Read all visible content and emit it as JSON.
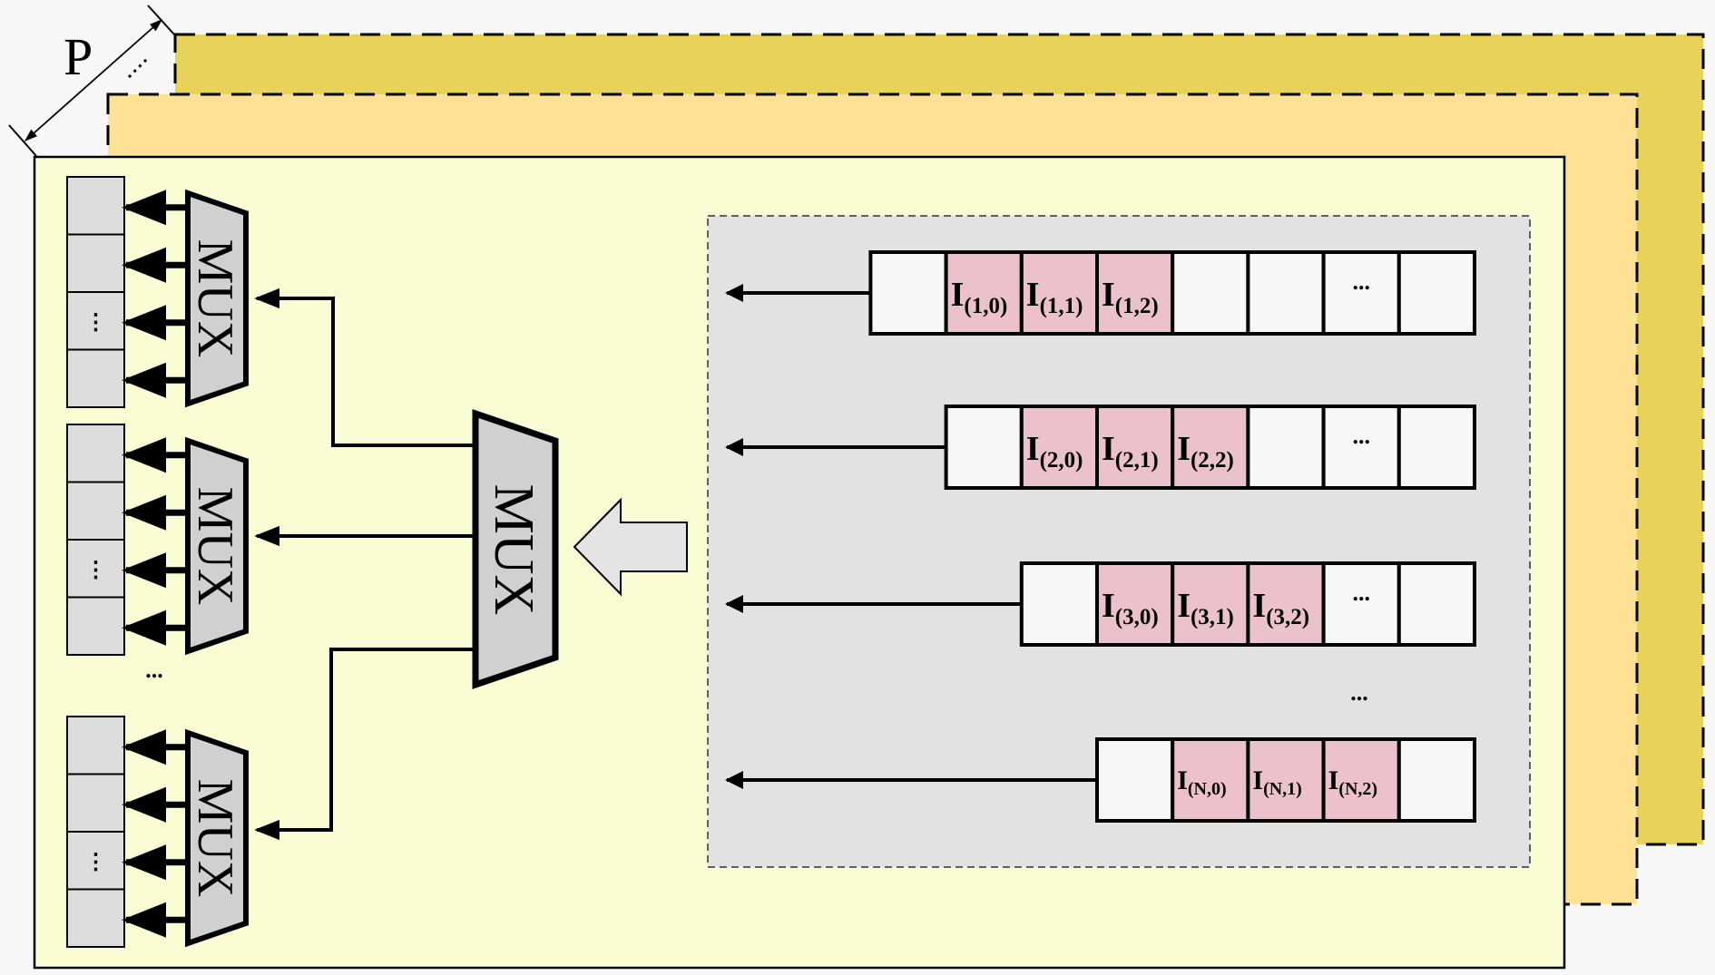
{
  "colors": {
    "page_bg": "#f7f7f7",
    "layer_back": "#E8D35A",
    "layer_middle": "#FFE196",
    "layer_front": "#FAFDD3",
    "panel_gray": "#E2E2E2",
    "cell_white": "#F7F7F7",
    "cell_pink": "#EBC1CE",
    "register_gray": "#DDDDDD",
    "mux_fill": "#D0D0D0",
    "hollow_arrow_fill": "#E4E4E4",
    "stroke": "#000000"
  },
  "depth_label": "P",
  "depth_ellipsis": "...",
  "layers": [
    {
      "name": "back-layer",
      "style": "dashed"
    },
    {
      "name": "middle-layer",
      "style": "dashed"
    },
    {
      "name": "front-layer",
      "style": "solid"
    }
  ],
  "big_mux": {
    "label": "MUX"
  },
  "small_mux_groups": [
    {
      "mux_label": "MUX",
      "registers": [
        "",
        "",
        "⋮",
        ""
      ]
    },
    {
      "mux_label": "MUX",
      "registers": [
        "",
        "",
        "⋮",
        ""
      ]
    },
    {
      "mux_label": "MUX",
      "registers": [
        "",
        "",
        "⋮",
        ""
      ]
    }
  ],
  "groups_ellipsis": "...",
  "buffer_rows": [
    {
      "cells": [
        "",
        "I(1,0)",
        "I(1,1)",
        "I(1,2)",
        "",
        "",
        "...",
        ""
      ],
      "highlight": [
        1,
        2,
        3
      ]
    },
    {
      "cells": [
        "",
        "I(2,0)",
        "I(2,1)",
        "I(2,2)",
        "",
        "...",
        ""
      ],
      "highlight": [
        1,
        2,
        3
      ]
    },
    {
      "cells": [
        "",
        "I(3,0)",
        "I(3,1)",
        "I(3,2)",
        "...",
        ""
      ],
      "highlight": [
        1,
        2,
        3
      ]
    },
    {
      "cells": [
        "",
        "I(N,0)",
        "I(N,1)",
        "I(N,2)",
        ""
      ],
      "highlight": [
        1,
        2,
        3
      ]
    }
  ],
  "rows_ellipsis": "..."
}
